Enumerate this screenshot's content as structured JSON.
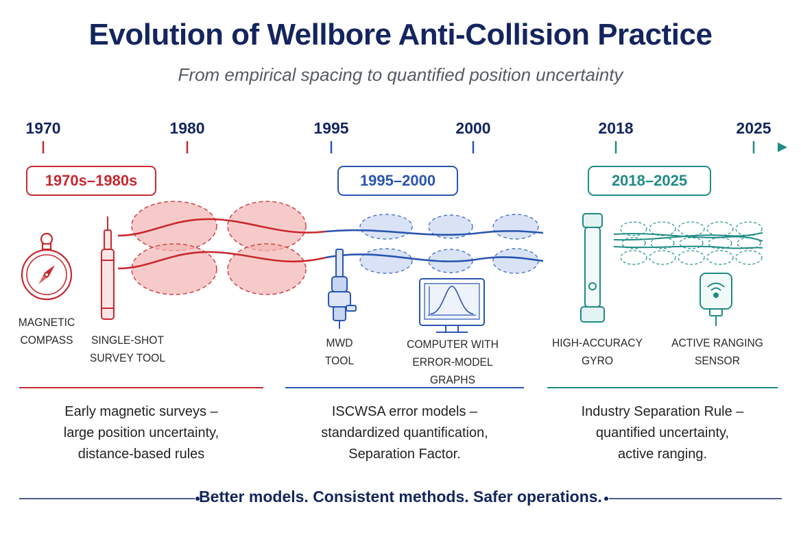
{
  "title": "Evolution of Wellbore Anti-Collision Practice",
  "subtitle": "From empirical spacing to quantified position uncertainty",
  "timeline": {
    "years": [
      "1970",
      "1980",
      "1995",
      "2000",
      "2018",
      "2025"
    ]
  },
  "colors": {
    "era1": "#c8282e",
    "era2": "#2a55b0",
    "era3": "#1f8a86",
    "navy": "#14255e"
  },
  "eras": [
    {
      "badge": "1970s–1980s",
      "tools": [
        {
          "icon": "magnetic-compass-icon",
          "lines": [
            "MAGNETIC",
            "COMPASS"
          ]
        },
        {
          "icon": "single-shot-survey-tool-icon",
          "lines": [
            "SINGLE-SHOT",
            "SURVEY TOOL"
          ]
        }
      ],
      "description": [
        "Early magnetic surveys –",
        "large position uncertainty,",
        "distance-based rules"
      ]
    },
    {
      "badge": "1995–2000",
      "tools": [
        {
          "icon": "mwd-tool-icon",
          "lines": [
            "MWD",
            "TOOL"
          ]
        },
        {
          "icon": "computer-error-model-icon",
          "lines": [
            "COMPUTER WITH",
            "ERROR-MODEL GRAPHS"
          ]
        }
      ],
      "description": [
        "ISCWSA error models –",
        "standardized quantification,",
        "Separation Factor."
      ]
    },
    {
      "badge": "2018–2025",
      "tools": [
        {
          "icon": "gyro-icon",
          "lines": [
            "HIGH-ACCURACY",
            "GYRO"
          ]
        },
        {
          "icon": "ranging-sensor-icon",
          "lines": [
            "ACTIVE RANGING",
            "SENSOR"
          ]
        }
      ],
      "description": [
        "Industry Separation Rule –",
        "quantified uncertainty,",
        "active ranging."
      ]
    }
  ],
  "tagline": "Better models. Consistent methods. Safer operations."
}
